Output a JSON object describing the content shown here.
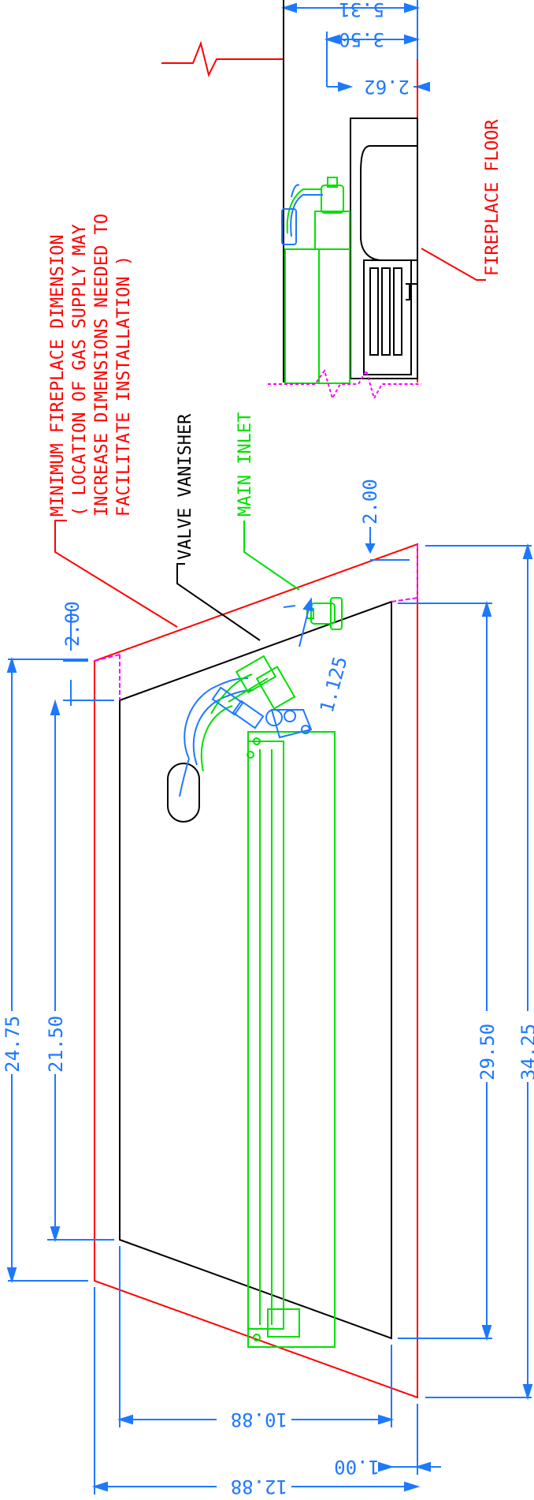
{
  "colors": {
    "red": "#ff0000",
    "blue": "#1e78ff",
    "green": "#00e000",
    "black": "#000000",
    "magenta": "#ff00ff"
  },
  "labels": {
    "min_fireplace_1": "MINIMUM FIREPLACE DIMENSION",
    "min_fireplace_2": "( LOCATION OF GAS SUPPLY MAY",
    "min_fireplace_3": "INCREASE DIMENSIONS NEEDED TO",
    "min_fireplace_4": "FACILITATE INSTALLATION )",
    "valve_vanisher": "VALVE VANISHER",
    "main_inlet": "MAIN INLET",
    "fireplace_floor": "FIREPLACE FLOOR"
  },
  "dimensions": {
    "d_2_00_left": "2.00",
    "d_2_00_right": "2.00",
    "d_24_75": "24.75",
    "d_21_50": "21.50",
    "d_1_125": "1.125",
    "d_29_50": "29.50",
    "d_34_25": "34.25",
    "d_10_88": "10.88",
    "d_12_88": "12.88",
    "d_1_00": "1.00",
    "d_5_31": "5.31",
    "d_3_50": "3.50",
    "d_2_62": "2.62"
  }
}
